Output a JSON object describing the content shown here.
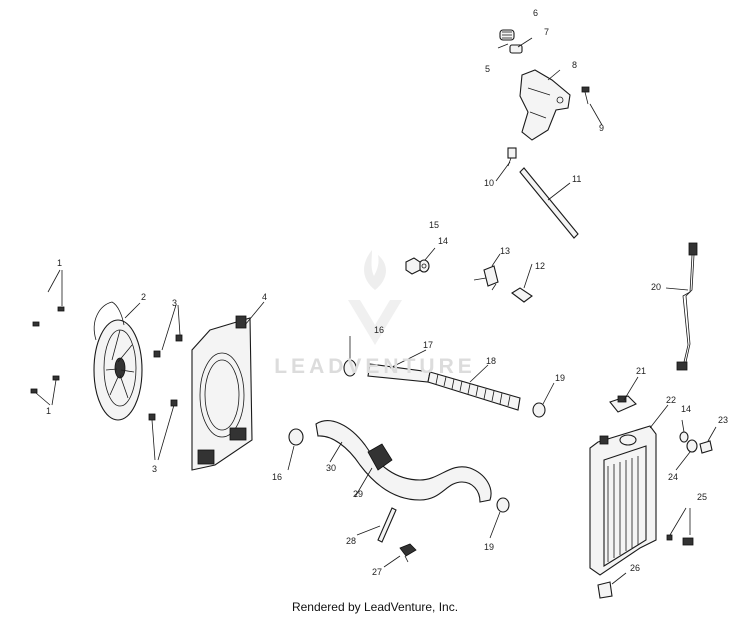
{
  "footer": "Rendered by LeadVenture, Inc.",
  "watermark": "LEADVENTURE",
  "callouts": [
    "1",
    "1",
    "2",
    "3",
    "3",
    "4",
    "5",
    "6",
    "7",
    "8",
    "9",
    "10",
    "11",
    "12",
    "13",
    "14",
    "14",
    "15",
    "16",
    "16",
    "17",
    "18",
    "19",
    "19",
    "20",
    "21",
    "22",
    "23",
    "24",
    "25",
    "26",
    "27",
    "28",
    "29",
    "30"
  ],
  "colors": {
    "line": "#1a1a1a",
    "fill": "#f4f4f4",
    "watermark": "#dcdcdc"
  }
}
